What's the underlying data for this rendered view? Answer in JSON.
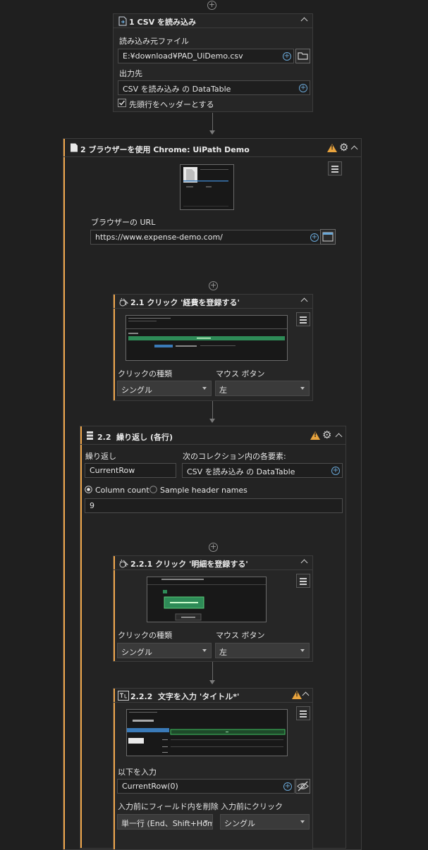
{
  "step1": {
    "number": "1",
    "title": "CSV を読み込み",
    "file_label": "読み込み元ファイル",
    "file_value": "E:¥download¥PAD_UiDemo.csv",
    "output_label": "出力先",
    "output_value": "CSV を読み込み の DataTable",
    "header_checkbox_label": "先頭行をヘッダーとする",
    "header_checked": true
  },
  "step2": {
    "number": "2",
    "title": "ブラウザーを使用 Chrome: UiPath Demo",
    "url_label": "ブラウザーの URL",
    "url_value": "https://www.expense-demo.com/"
  },
  "step2_1": {
    "number": "2.1",
    "title": "クリック '経費を登録する'",
    "click_type_label": "クリックの種類",
    "click_type_value": "シングル",
    "mouse_button_label": "マウス ボタン",
    "mouse_button_value": "左"
  },
  "step2_2": {
    "number": "2.2",
    "title": "繰り返し (各行)",
    "loop_label": "繰り返し",
    "loop_value": "CurrentRow",
    "collection_label": "次のコレクション内の各要素:",
    "collection_value": "CSV を読み込み の DataTable",
    "radio_column_count": "Column count",
    "radio_sample_header": "Sample header names",
    "column_count_value": "9"
  },
  "step2_2_1": {
    "number": "2.2.1",
    "title": "クリック '明細を登録する'",
    "click_type_label": "クリックの種類",
    "click_type_value": "シングル",
    "mouse_button_label": "マウス ボタン",
    "mouse_button_value": "左"
  },
  "step2_2_2": {
    "number": "2.2.2",
    "title": "文字を入力 'タイトル*'",
    "input_label": "以下を入力",
    "input_value": "CurrentRow(0)",
    "clear_label": "入力前にフィールド内を削除",
    "clear_value": "単一行 (End、Shift+Hom",
    "click_before_label": "入力前にクリック",
    "click_before_value": "シングル"
  },
  "colors": {
    "accent_orange": "#f0a64b",
    "plus_blue": "#6aa8d8",
    "warning": "#e8a33d",
    "green": "#2e8b57"
  },
  "icons": [
    "add-circle-icon",
    "csv-file-icon",
    "chevron-up-icon",
    "folder-icon",
    "check-icon",
    "document-icon",
    "warning-icon",
    "gear-icon",
    "menu-icon",
    "browser-icon",
    "click-icon",
    "loop-icon",
    "type-text-icon",
    "eye-off-icon",
    "caret-down-icon"
  ]
}
